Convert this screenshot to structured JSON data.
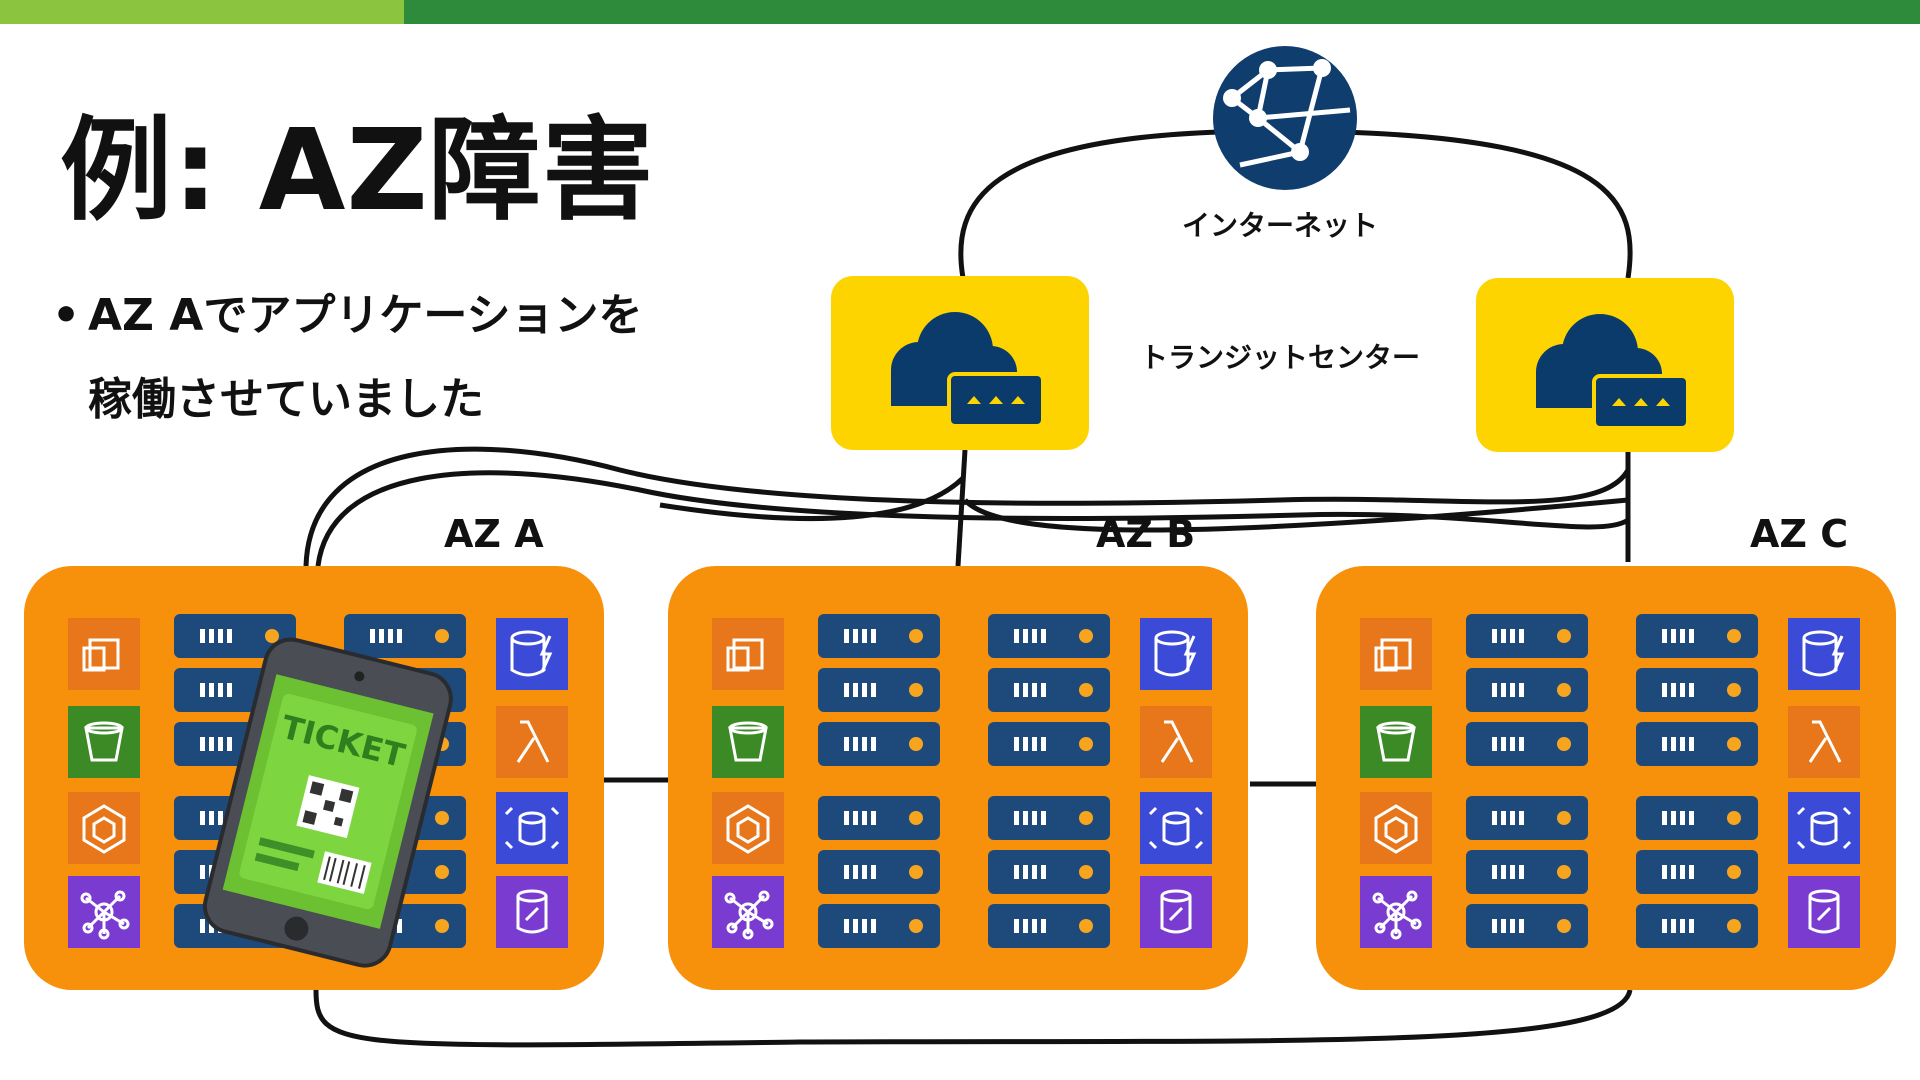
{
  "title": "例: AZ障害",
  "bullet": {
    "marker": "•",
    "line1": "AZ Aでアプリケーションを",
    "line2": "稼働させていました"
  },
  "internet": {
    "label": "インターネット",
    "icon": "globe-network-icon"
  },
  "transit": {
    "label": "トランジットセンター",
    "icon": "cloud-gateway-icon"
  },
  "zones": [
    {
      "label": "AZ A"
    },
    {
      "label": "AZ B"
    },
    {
      "label": "AZ C"
    }
  ],
  "service_icons": [
    "ec2-icon",
    "s3-bucket-icon",
    "ecs-icon",
    "eventbridge-icon",
    "dynamodb-icon",
    "lambda-icon",
    "rds-icon",
    "aurora-icon"
  ],
  "phone": {
    "ticket_text": "TICKET",
    "icon": "smartphone-ticket-icon"
  },
  "colors": {
    "topbar_light": "#8bc43f",
    "topbar_dark": "#2e8b3c",
    "az_box": "#f7900a",
    "server": "#1e4a7b",
    "server_light": "#f7a51e",
    "transit_box": "#fdd400",
    "cloud": "#0b3b6b",
    "ec2": "#e8761a",
    "s3": "#3b8a26",
    "ecs": "#e8761a",
    "eventbridge": "#7a3bd1",
    "dynamodb": "#3c4ad8",
    "lambda": "#e8761a",
    "rds": "#3c4ad8",
    "aurora": "#7a3bd1"
  }
}
